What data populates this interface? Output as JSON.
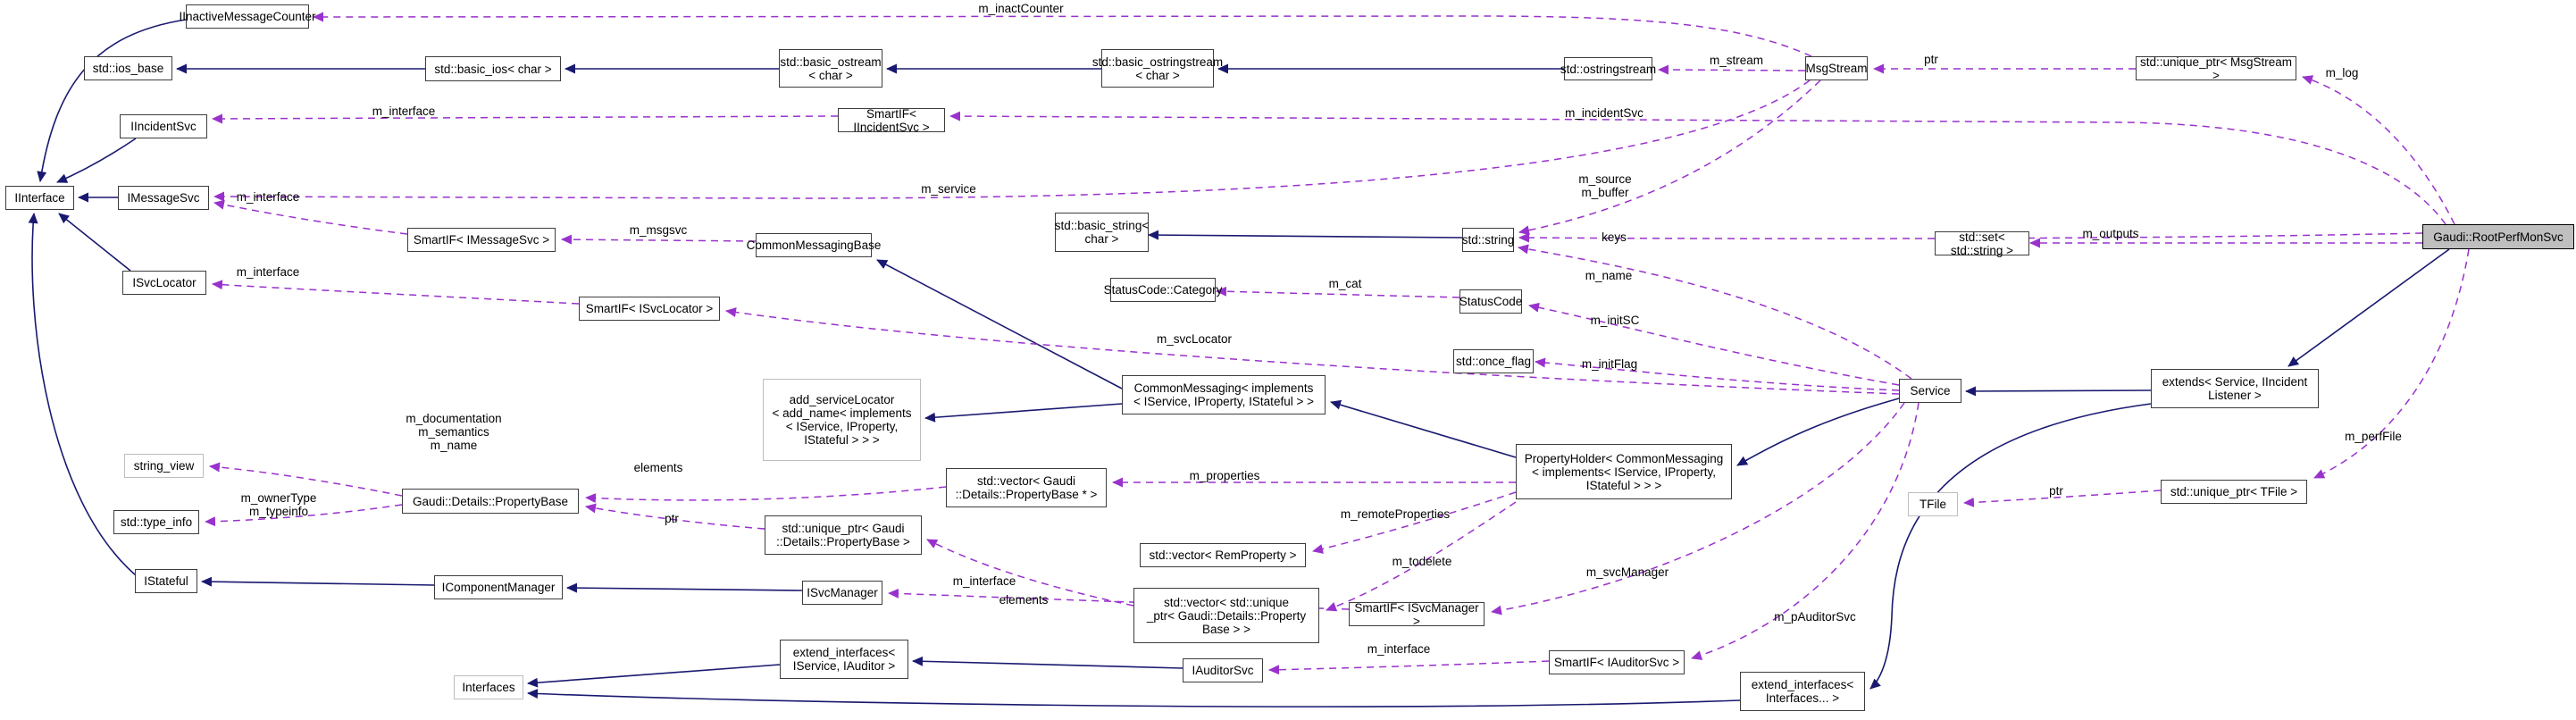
{
  "colors": {
    "inheritance_edge": "#191970",
    "usage_edge": "#9932cc",
    "node_border": "#3d3d3d",
    "external_node_border": "#bebebe",
    "main_node_fill": "#bfbfbf",
    "background": "#ffffff"
  },
  "nodes": [
    {
      "id": "iinactivemessagecounter",
      "label": "IInactiveMessageCounter"
    },
    {
      "id": "std-ios-base",
      "label": "std::ios_base"
    },
    {
      "id": "std-basic-ios",
      "label": "std::basic_ios< char >"
    },
    {
      "id": "std-basic-ostream",
      "label": "std::basic_ostream\n< char >"
    },
    {
      "id": "std-basic-ostringstream",
      "label": "std::basic_ostringstream\n< char >"
    },
    {
      "id": "std-ostringstream",
      "label": "std::ostringstream"
    },
    {
      "id": "msgstream",
      "label": "MsgStream"
    },
    {
      "id": "std-unique-ptr-msgstream",
      "label": "std::unique_ptr< MsgStream >"
    },
    {
      "id": "gaudi-rootperfmonsvc",
      "label": "Gaudi::RootPerfMonSvc"
    },
    {
      "id": "iincidentsvc",
      "label": "IIncidentSvc"
    },
    {
      "id": "smartif-iincidentsvc",
      "label": "SmartIF< IIncidentSvc >"
    },
    {
      "id": "iinterface",
      "label": "IInterface"
    },
    {
      "id": "imessagesvc",
      "label": "IMessageSvc"
    },
    {
      "id": "smartif-imessagesvc",
      "label": "SmartIF< IMessageSvc >"
    },
    {
      "id": "commonmessagingbase",
      "label": "CommonMessagingBase"
    },
    {
      "id": "std-basic-string",
      "label": "std::basic_string<\nchar >"
    },
    {
      "id": "std-string",
      "label": "std::string"
    },
    {
      "id": "std-set-string",
      "label": "std::set< std::string >"
    },
    {
      "id": "isvclocator",
      "label": "ISvcLocator"
    },
    {
      "id": "smartif-isvclocator",
      "label": "SmartIF< ISvcLocator >"
    },
    {
      "id": "statuscode-category",
      "label": "StatusCode::Category"
    },
    {
      "id": "statuscode",
      "label": "StatusCode"
    },
    {
      "id": "std-once-flag",
      "label": "std::once_flag"
    },
    {
      "id": "service",
      "label": "Service"
    },
    {
      "id": "extends-service-iincidentlistener",
      "label": "extends< Service, IIncident\nListener >"
    },
    {
      "id": "std-unique-ptr-tfile",
      "label": "std::unique_ptr< TFile >"
    },
    {
      "id": "tfile",
      "label": "TFile"
    },
    {
      "id": "add-servicelocator",
      "label": "add_serviceLocator\n< add_name< implements\n< IService, IProperty,\nIStateful > > >"
    },
    {
      "id": "commonmessaging-implements",
      "label": "CommonMessaging< implements\n< IService, IProperty, IStateful > >"
    },
    {
      "id": "propertyholder",
      "label": "PropertyHolder< CommonMessaging\n< implements< IService, IProperty,\nIStateful > > >"
    },
    {
      "id": "std-vector-propertybase-ptr",
      "label": "std::vector< Gaudi\n::Details::PropertyBase * >"
    },
    {
      "id": "std-vector-remproperty",
      "label": "std::vector< RemProperty >"
    },
    {
      "id": "std-vector-unique-ptr-propertybase",
      "label": "std::vector< std::unique\n_ptr< Gaudi::Details::Property\nBase > >"
    },
    {
      "id": "string-view",
      "label": "string_view"
    },
    {
      "id": "std-type-info",
      "label": "std::type_info"
    },
    {
      "id": "gaudi-details-propertybase",
      "label": "Gaudi::Details::PropertyBase"
    },
    {
      "id": "std-unique-ptr-propertybase",
      "label": "std::unique_ptr< Gaudi\n::Details::PropertyBase >"
    },
    {
      "id": "istateful",
      "label": "IStateful"
    },
    {
      "id": "icomponentmanager",
      "label": "IComponentManager"
    },
    {
      "id": "isvcmanager",
      "label": "ISvcManager"
    },
    {
      "id": "smartif-isvcmanager",
      "label": "SmartIF< ISvcManager >"
    },
    {
      "id": "iauditorsvc",
      "label": "IAuditorSvc"
    },
    {
      "id": "smartif-iauditorsvc",
      "label": "SmartIF< IAuditorSvc >"
    },
    {
      "id": "extend-interfaces-iservice-iauditor",
      "label": "extend_interfaces<\nIService, IAuditor >"
    },
    {
      "id": "interfaces",
      "label": "Interfaces"
    },
    {
      "id": "extend-interfaces-interfaces",
      "label": "extend_interfaces<\nInterfaces... >"
    }
  ],
  "edge_labels": [
    {
      "id": "m-inactcounter",
      "text": "m_inactCounter"
    },
    {
      "id": "m-stream",
      "text": "m_stream"
    },
    {
      "id": "ptr-msgstream",
      "text": "ptr"
    },
    {
      "id": "m-log",
      "text": "m_log"
    },
    {
      "id": "m-interface-iincidentsvc",
      "text": "m_interface"
    },
    {
      "id": "m-incidentsvc",
      "text": "m_incidentSvc"
    },
    {
      "id": "m-source-m-buffer",
      "text": "m_source\nm_buffer"
    },
    {
      "id": "m-interface-imessagesvc",
      "text": "m_interface"
    },
    {
      "id": "m-msgsvc",
      "text": "m_msgsvc"
    },
    {
      "id": "m-service",
      "text": "m_service"
    },
    {
      "id": "keys",
      "text": "keys"
    },
    {
      "id": "m-outputs",
      "text": "m_outputs"
    },
    {
      "id": "m-name",
      "text": "m_name"
    },
    {
      "id": "m-cat",
      "text": "m_cat"
    },
    {
      "id": "m-initsc",
      "text": "m_initSC"
    },
    {
      "id": "m-initflag",
      "text": "m_initFlag"
    },
    {
      "id": "m-interface-isvclocator",
      "text": "m_interface"
    },
    {
      "id": "m-svclocator",
      "text": "m_svcLocator"
    },
    {
      "id": "m-properties",
      "text": "m_properties"
    },
    {
      "id": "m-remoteproperties",
      "text": "m_remoteProperties"
    },
    {
      "id": "m-todelete",
      "text": "m_todelete"
    },
    {
      "id": "elements-vector-pb",
      "text": "elements"
    },
    {
      "id": "ptr-propertybase",
      "text": "ptr"
    },
    {
      "id": "elements-vector-unique",
      "text": "elements"
    },
    {
      "id": "m-documentation-block",
      "text": "m_documentation\nm_semantics\nm_name"
    },
    {
      "id": "m-ownertype-block",
      "text": "m_ownerType\nm_typeinfo"
    },
    {
      "id": "m-interface-isvcmanager",
      "text": "m_interface"
    },
    {
      "id": "m-svcmanager",
      "text": "m_svcManager"
    },
    {
      "id": "m-pauditorsvc",
      "text": "m_pAuditorSvc"
    },
    {
      "id": "m-interface-iauditorsvc",
      "text": "m_interface"
    },
    {
      "id": "ptr-tfile",
      "text": "ptr"
    },
    {
      "id": "m-perffile",
      "text": "m_perfFile"
    }
  ]
}
